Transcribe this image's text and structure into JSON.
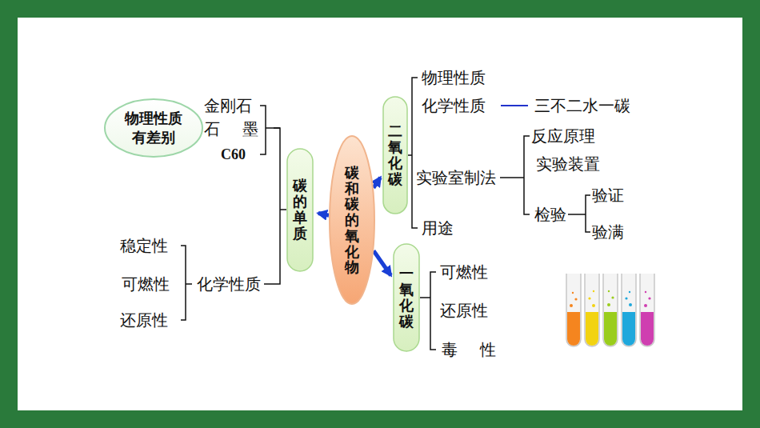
{
  "diagram": {
    "nodes": [
      {
        "text": [
          "物理性质 有差别"
        ]
      },
      {
        "text": [
          "碳的单质"
        ]
      },
      {
        "text": [
          "碳和碳的氧化物"
        ]
      },
      {
        "text": [
          "二氧化碳"
        ]
      },
      {
        "text": [
          "一氧化碳"
        ]
      }
    ],
    "edges": [
      {
        "from": 2,
        "to": 1,
        "arrow": "to"
      },
      {
        "from": 2,
        "to": 3,
        "arrow": "to"
      },
      {
        "from": 2,
        "to": 4,
        "arrow": "to"
      }
    ],
    "labels": [
      "金刚石",
      "石 墨",
      "C60",
      "稳定性",
      "可燃性",
      "还原性",
      "化学性质",
      "物理性质",
      "化学性质",
      "三不二水一碳",
      "反应原理",
      "实验装置",
      "实验室制法",
      "检验",
      "验证",
      "验满",
      "用途",
      "可燃性",
      "还原性",
      "毒 性"
    ]
  }
}
